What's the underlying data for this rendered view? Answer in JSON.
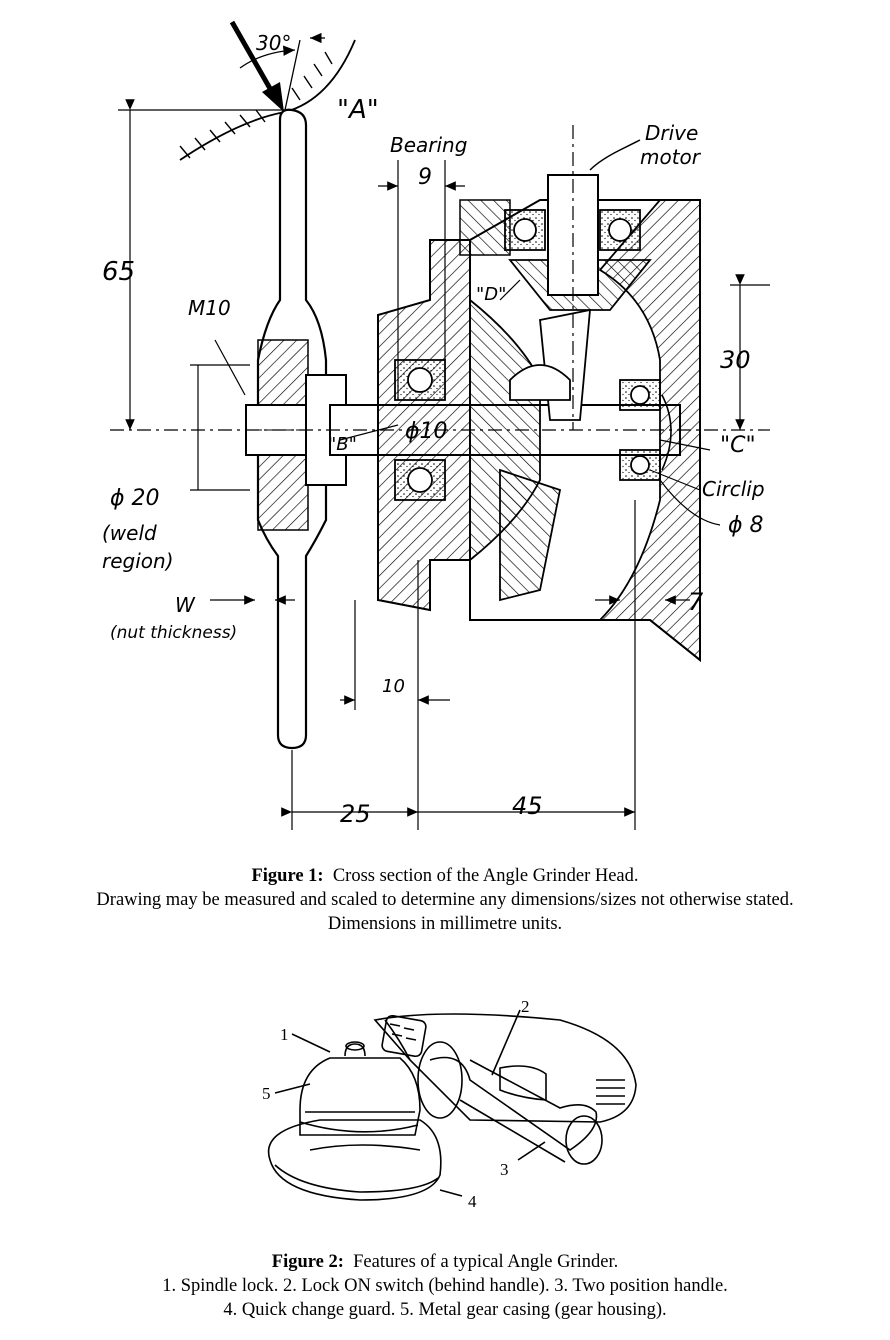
{
  "figure1": {
    "labels": {
      "angle": "30°",
      "point_a": "\"A\"",
      "bearing": "Bearing",
      "bearing_width": "9",
      "drive_motor_line1": "Drive",
      "drive_motor_line2": "motor",
      "dim_65": "65",
      "m10": "M10",
      "point_d": "\"D\"",
      "dim_30": "30",
      "point_b": "\"B\"",
      "phi10": "ϕ10",
      "point_c": "\"C\"",
      "circlip": "Circlip",
      "phi8": "ϕ 8",
      "phi20": "ϕ 20",
      "weld_line1": "(weld",
      "weld_line2": "region)",
      "w": "W",
      "nut_thickness": "(nut thickness)",
      "dim_7": "7",
      "dim_10": "10",
      "dim_25": "25",
      "dim_45": "45"
    },
    "caption": {
      "label": "Figure 1:",
      "title": "Cross section of the Angle Grinder Head.",
      "line2": "Drawing may be measured and scaled to determine any dimensions/sizes not otherwise stated.",
      "line3": "Dimensions in millimetre units."
    }
  },
  "figure2": {
    "callouts": [
      "1",
      "2",
      "3",
      "4",
      "5"
    ],
    "caption": {
      "label": "Figure 2:",
      "title": "Features of a typical Angle Grinder.",
      "line2": "1. Spindle lock.  2. Lock ON switch (behind handle).  3. Two position handle.",
      "line3": "4. Quick change guard.  5. Metal gear casing (gear housing)."
    }
  }
}
